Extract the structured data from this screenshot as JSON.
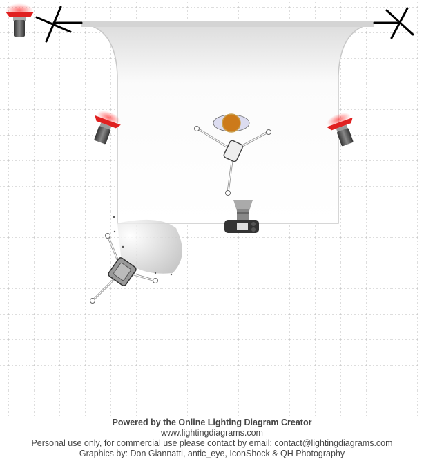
{
  "footer": {
    "powered_by": "Powered by the Online Lighting Diagram Creator",
    "website": "www.lightingdiagrams.com",
    "license": "Personal use only, for commercial use please contact by email: contact@lightingdiagrams.com",
    "credits": "Graphics by: Don Giannatti, antic_eye, IconShock & QH Photography"
  },
  "colors": {
    "grid": "#bbbbbb",
    "light_head": "#e02020",
    "model_head": "#cc7a1a",
    "backdrop_edge": "#c8c8c8"
  }
}
